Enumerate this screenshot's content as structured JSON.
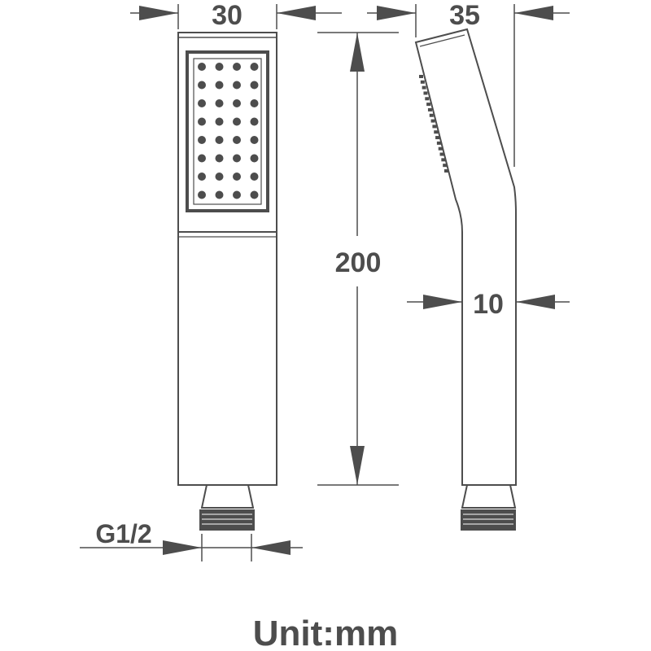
{
  "dimensions": {
    "width_front": "30",
    "depth_side": "35",
    "height_total": "200",
    "handle_thickness": "10",
    "thread": "G1/2"
  },
  "unit_label": "Unit:mm",
  "colors": {
    "line": "#4d4d4d",
    "background": "#ffffff"
  }
}
